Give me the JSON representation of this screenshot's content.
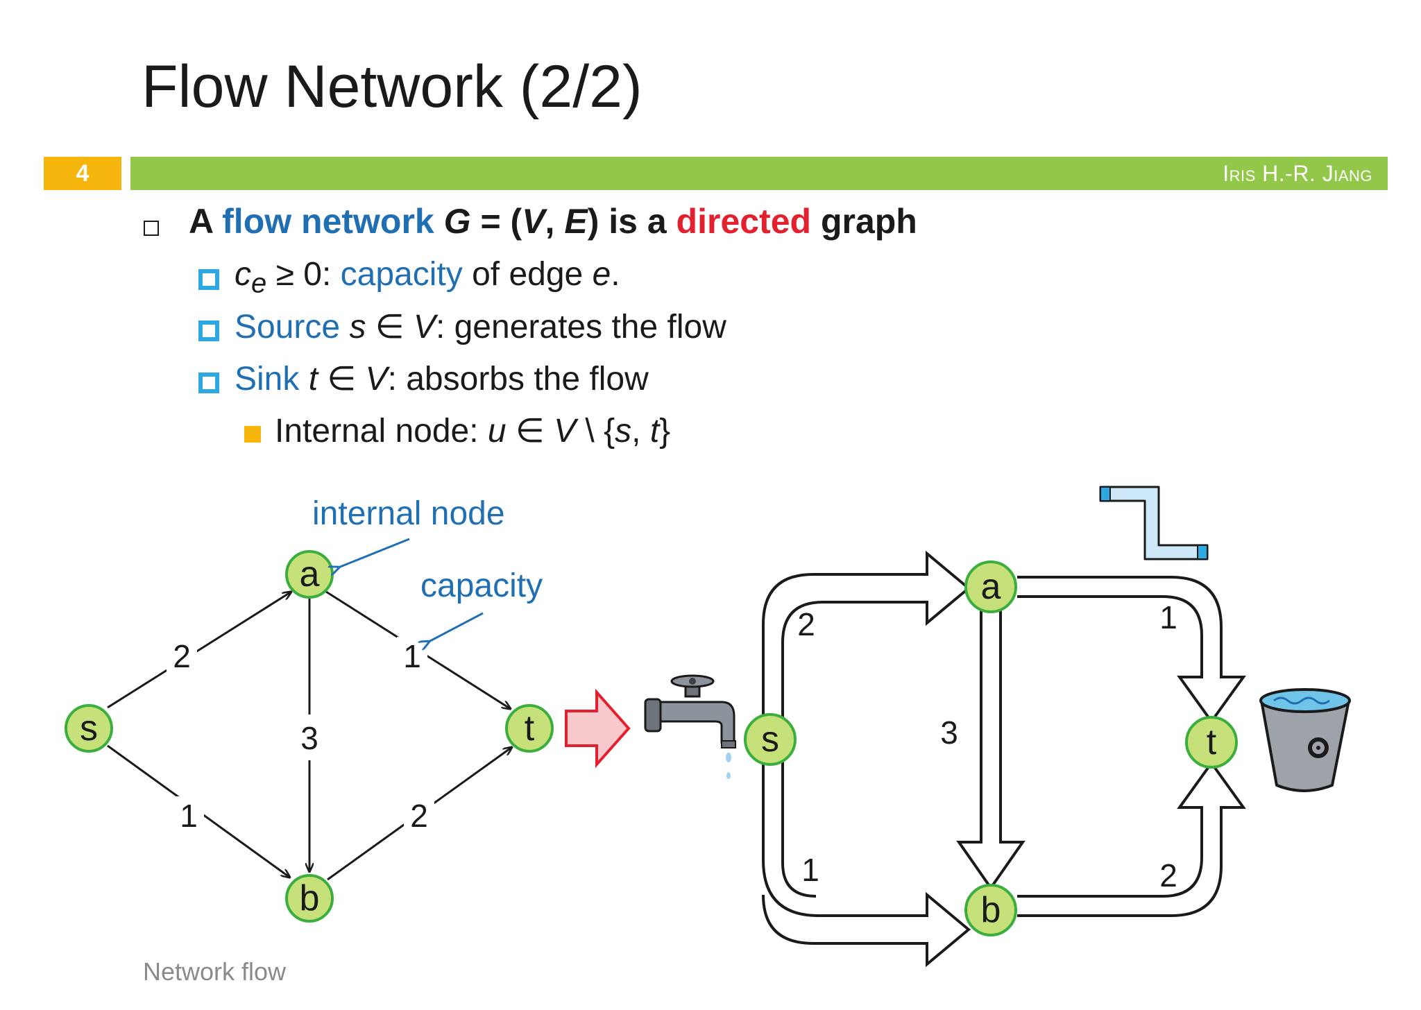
{
  "slide": {
    "title": "Flow Network (2/2)",
    "page_number": "4",
    "author": "Iris H.-R. Jiang",
    "footer": "Network flow"
  },
  "colors": {
    "accent_blue": "#1f6fb2",
    "accent_red": "#e3202d",
    "bar_green": "#92c74a",
    "badge_orange": "#f6b60d",
    "node_fill": "#c6e07a",
    "node_stroke": "#3cae3e",
    "bullet_cyan": "#2ea8e0"
  },
  "bullets": {
    "b1": {
      "p1": "A ",
      "p2": "flow network",
      "p3": " ",
      "p4": "G",
      "p5": " = (",
      "p6": "V",
      "p7": ", ",
      "p8": "E",
      "p9": ") is a ",
      "p10": "directed",
      "p11": " graph"
    },
    "b2": {
      "c": "c",
      "sub": "e",
      "p1": " ≥ 0: ",
      "p2": "capacity",
      "p3": " of edge ",
      "p4": "e",
      "p5": "."
    },
    "b3": {
      "p1": "Source",
      "p2": " ",
      "p3": "s",
      "p4": " ∈ ",
      "p5": "V",
      "p6": ": generates the flow"
    },
    "b4": {
      "p1": "Sink",
      "p2": " ",
      "p3": "t",
      "p4": " ∈ ",
      "p5": "V",
      "p6": ": absorbs the flow"
    },
    "b5": {
      "p1": "Internal node: ",
      "p2": "u",
      "p3": " ∈ ",
      "p4": "V",
      "p5": " \\ {",
      "p6": "s",
      "p7": ", ",
      "p8": "t",
      "p9": "}"
    }
  },
  "graph": {
    "annotations": {
      "internal_node": "internal node",
      "capacity": "capacity"
    },
    "nodes": {
      "s": "s",
      "a": "a",
      "b": "b",
      "t": "t"
    },
    "edges": [
      {
        "from": "s",
        "to": "a",
        "capacity": "2"
      },
      {
        "from": "s",
        "to": "b",
        "capacity": "1"
      },
      {
        "from": "a",
        "to": "b",
        "capacity": "3"
      },
      {
        "from": "a",
        "to": "t",
        "capacity": "1"
      },
      {
        "from": "b",
        "to": "t",
        "capacity": "2"
      }
    ]
  },
  "pipes": {
    "nodes": {
      "s": "s",
      "a": "a",
      "b": "b",
      "t": "t"
    },
    "labels": {
      "sa": "2",
      "sb": "1",
      "ab": "3",
      "at": "1",
      "bt": "2"
    }
  },
  "icons": [
    "faucet-icon",
    "bucket-icon",
    "pipe-icon",
    "arrow-right-icon"
  ]
}
